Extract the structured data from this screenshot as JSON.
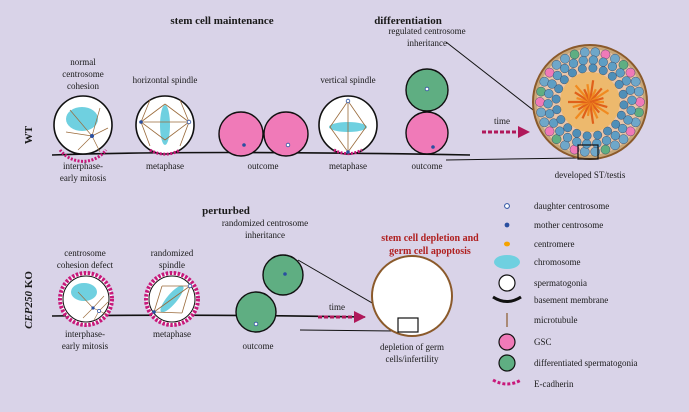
{
  "headers": {
    "stem_cell_maintenance": "stem cell maintenance",
    "differentiation": "differentiation",
    "perturbed": "perturbed"
  },
  "rows": {
    "wt": "WT",
    "ko_gene": "CEP250",
    "ko_suffix": " KO"
  },
  "wt": {
    "normal_cohesion": [
      "normal",
      "centrosome",
      "cohesion"
    ],
    "horizontal_spindle": "horizontal spindle",
    "vertical_spindle": "vertical spindle",
    "regulated_inheritance": [
      "regulated centrosome",
      "inheritance"
    ],
    "interphase": [
      "interphase-",
      "early mitosis"
    ],
    "metaphase": "metaphase",
    "outcome": "outcome",
    "metaphase_2": "metaphase",
    "outcome_2": "outcome",
    "time": "time",
    "developed": "developed ST/testis"
  },
  "ko": {
    "cohesion_defect": [
      "centrosome",
      "cohesion defect"
    ],
    "randomized_spindle": [
      "randomized",
      "spindle"
    ],
    "randomized_inheritance": [
      "randomized centrosome",
      "inheritance"
    ],
    "depletion_title": [
      "stem cell depletion and",
      "germ cell apoptosis"
    ],
    "interphase": [
      "interphase-",
      "early mitosis"
    ],
    "metaphase": "metaphase",
    "outcome": "outcome",
    "time": "time",
    "depletion": [
      "depletion of germ",
      "cells/infertility"
    ]
  },
  "legend": [
    {
      "label": "daughter centrosome",
      "icon": "daughter-centrosome-icon"
    },
    {
      "label": "mother centrosome",
      "icon": "mother-centrosome-icon"
    },
    {
      "label": "centromere",
      "icon": "centromere-icon"
    },
    {
      "label": "chromosome",
      "icon": "chromosome-icon"
    },
    {
      "label": "spermatogonia",
      "icon": "spermatogonia-icon"
    },
    {
      "label": "basement membrane",
      "icon": "basement-membrane-icon"
    },
    {
      "label": "microtubule",
      "icon": "microtubule-icon"
    },
    {
      "label": "GSC",
      "icon": "gsc-icon"
    },
    {
      "label": "differentiated spermatogonia",
      "icon": "differentiated-spermatogonia-icon"
    },
    {
      "label": "E-cadherin",
      "icon": "e-cadherin-icon"
    }
  ],
  "colors": {
    "background": "#d9d3e8",
    "gsc_pink": "#f07ab8",
    "diff_green": "#5fae82",
    "chromosome_cyan": "#6fd0e0",
    "ecadherin_magenta": "#c8187a",
    "arrow": "#b0185a",
    "depletion_red": "#b02020",
    "microtubule": "#9a6a3a",
    "centromere": "#f5a300",
    "mother_centrosome": "#2a4fa0",
    "tubule_brown": "#8b5a2b"
  }
}
